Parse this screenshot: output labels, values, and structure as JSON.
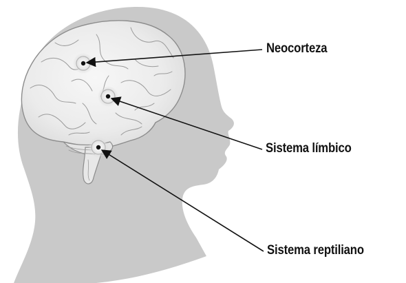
{
  "labels": {
    "neocortex": "Neocorteza",
    "limbic": "Sistema límbico",
    "reptilian": "Sistema reptiliano"
  },
  "colors": {
    "silhouette": "#c9c9c9",
    "brain_fill": "#ececec",
    "brain_outline": "#8c8c8c",
    "pointer_line": "#111111",
    "text": "#111111"
  }
}
